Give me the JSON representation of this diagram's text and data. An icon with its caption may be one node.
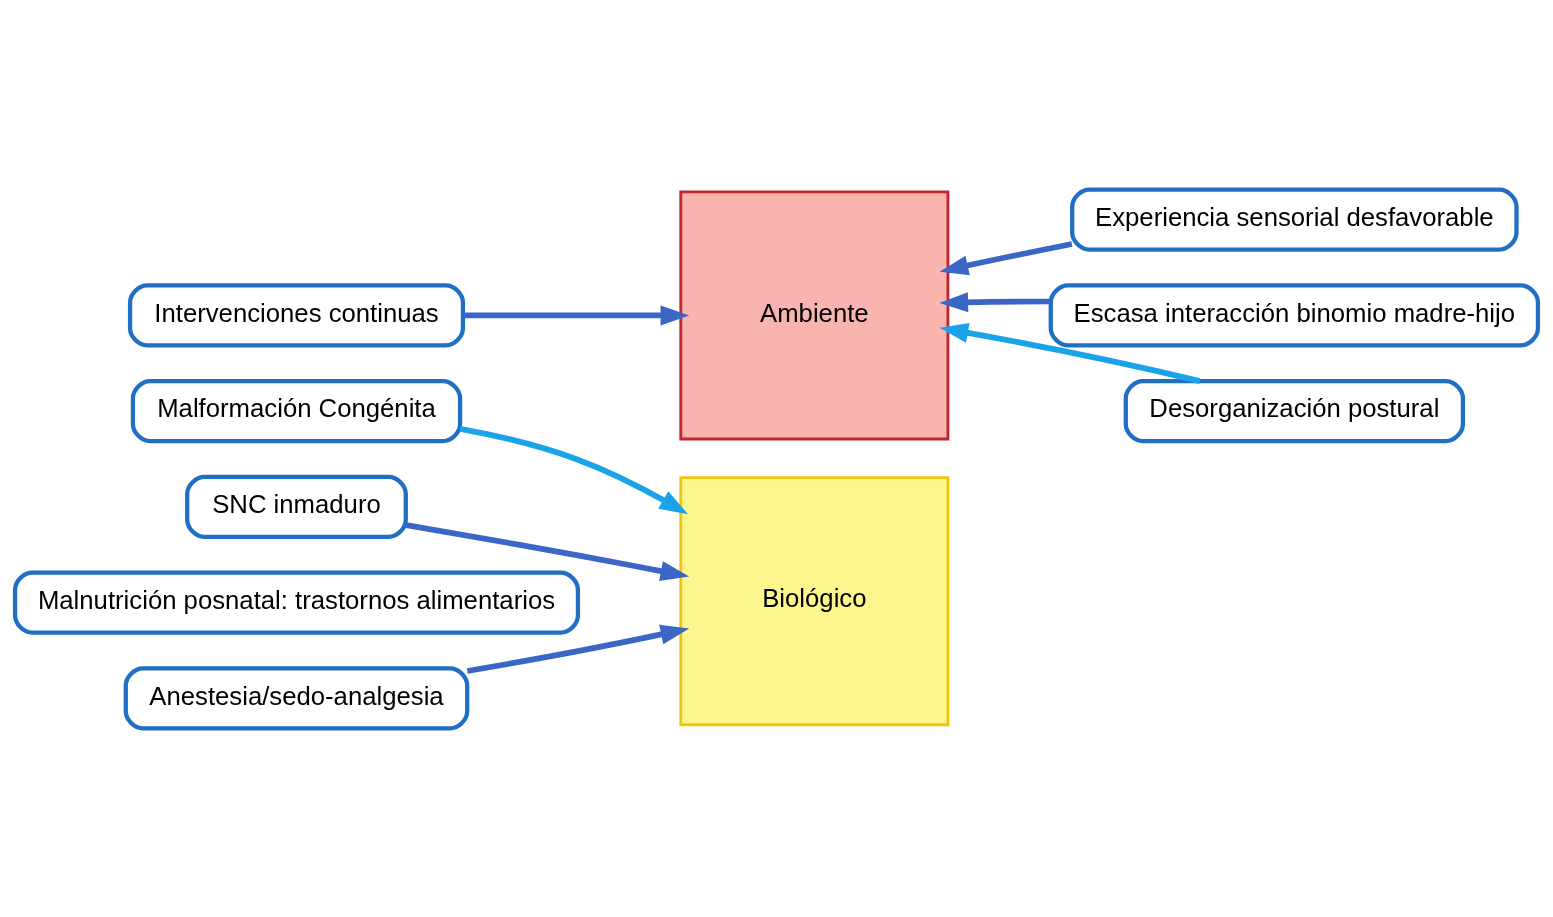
{
  "diagram": {
    "nodes": [
      {
        "text": [
          "Malformación Congénita"
        ]
      },
      {
        "text": [
          "Intervenciones continuas"
        ]
      },
      {
        "text": [
          "Experiencia sensorial desfavorable"
        ]
      },
      {
        "text": [
          "SNC inmaduro"
        ]
      },
      {
        "text": [
          "Ambiente"
        ]
      },
      {
        "text": [
          "Biológico"
        ]
      },
      {
        "text": [
          "Escasa interacción binomio madre-hijo"
        ]
      },
      {
        "text": [
          "Malnutrición posnatal: trastornos alimentarios"
        ]
      },
      {
        "text": [
          "Anestesia/sedo-analgesia"
        ]
      },
      {
        "text": [
          "Desorganización postural"
        ]
      }
    ],
    "edges": [
      {
        "from": 0,
        "to": 5,
        "arrow": "to",
        "color": "#1aa3e8"
      },
      {
        "from": 1,
        "to": 4,
        "arrow": "to"
      },
      {
        "from": 2,
        "to": 4,
        "arrow": "to"
      },
      {
        "from": 3,
        "to": 5,
        "arrow": "to"
      },
      {
        "from": 6,
        "to": 4,
        "arrow": "to"
      },
      {
        "from": 8,
        "to": 5,
        "arrow": "to"
      },
      {
        "from": 9,
        "to": 4,
        "arrow": "to",
        "color": "#1aa3e8"
      }
    ]
  }
}
